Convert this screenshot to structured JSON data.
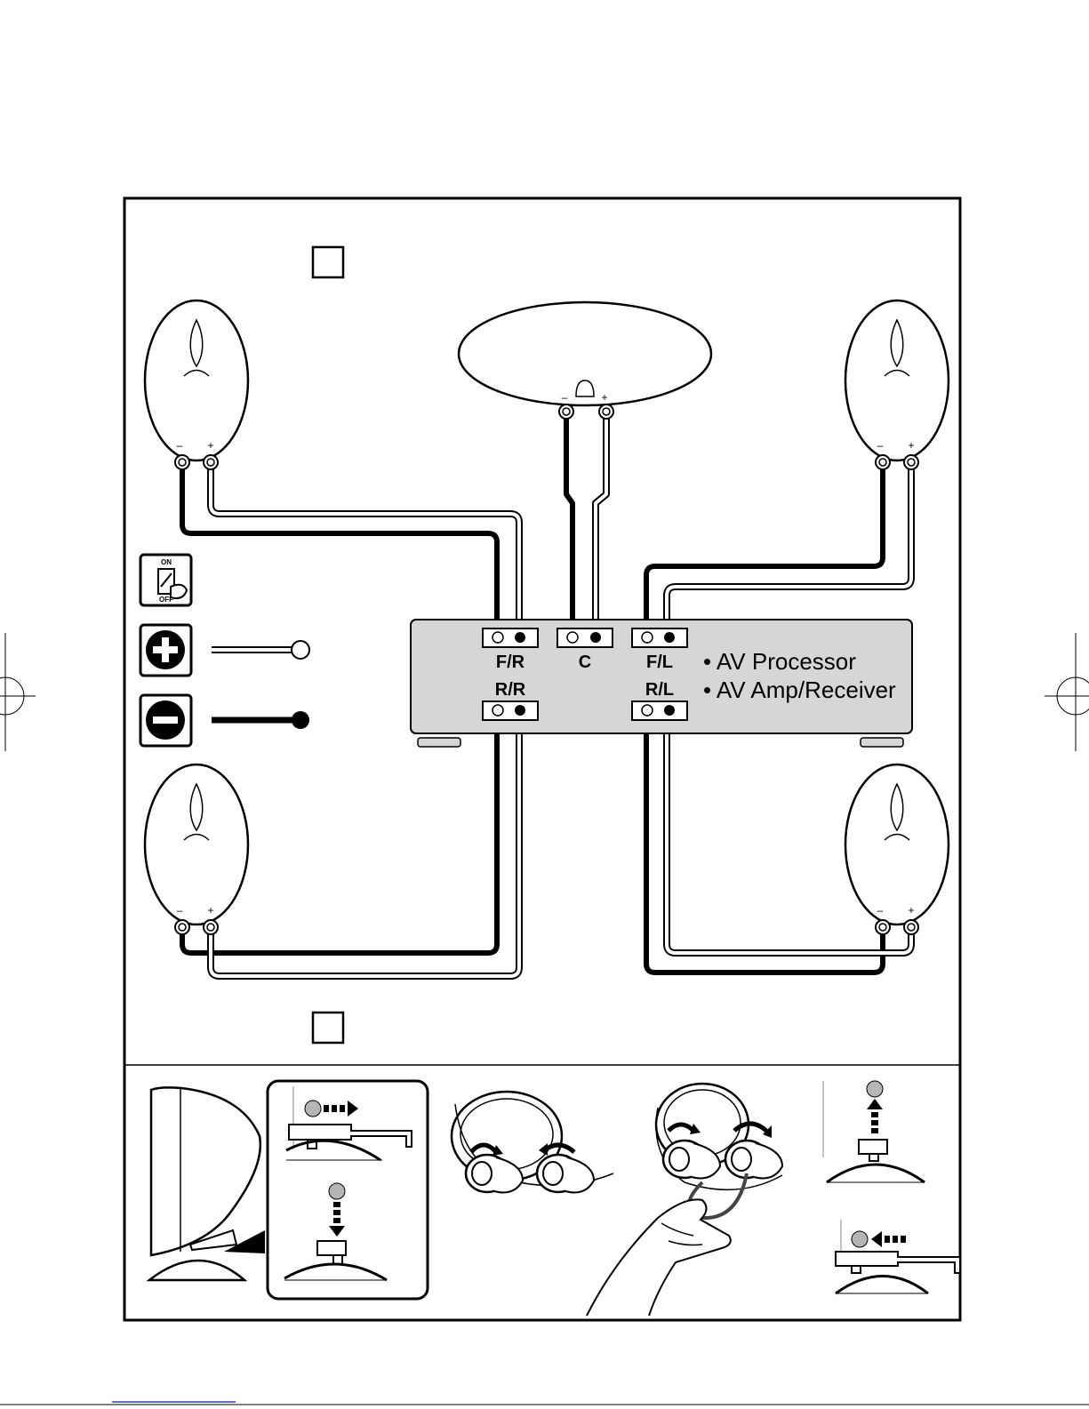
{
  "receiver": {
    "front_labels": [
      "F/R",
      "C",
      "F/L"
    ],
    "rear_labels": [
      "R/R",
      "R/L"
    ],
    "device_types": [
      "• AV Processor",
      "• AV Amp/Receiver"
    ]
  },
  "switch": {
    "on_label": "ON",
    "off_label": "OFF"
  },
  "polarity": {
    "minus": "–",
    "plus": "+"
  },
  "colors": {
    "receiver_fill": "#d6d6d6",
    "positive_wire": "#ffffff",
    "negative_wire": "#1a1a1a"
  },
  "icons": [
    "power-switch-icon",
    "plus-icon",
    "minus-icon",
    "speaker-icon",
    "arrow-icon"
  ]
}
